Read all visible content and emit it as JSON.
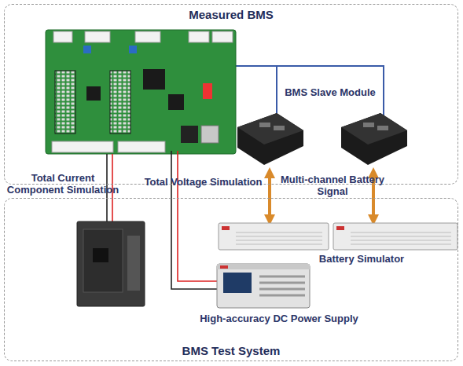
{
  "diagram": {
    "nodes": [
      {
        "text": [
          "Measured BMS"
        ]
      },
      {
        "text": [
          "BMS Test System"
        ]
      }
    ],
    "labels": [
      "BMS Slave Module",
      "Total Current Component Simulation",
      "Total Voltage Simulation",
      "Multi-channel Battery Signal",
      "Battery Simulator",
      "High-accuracy DC Power Supply"
    ]
  }
}
